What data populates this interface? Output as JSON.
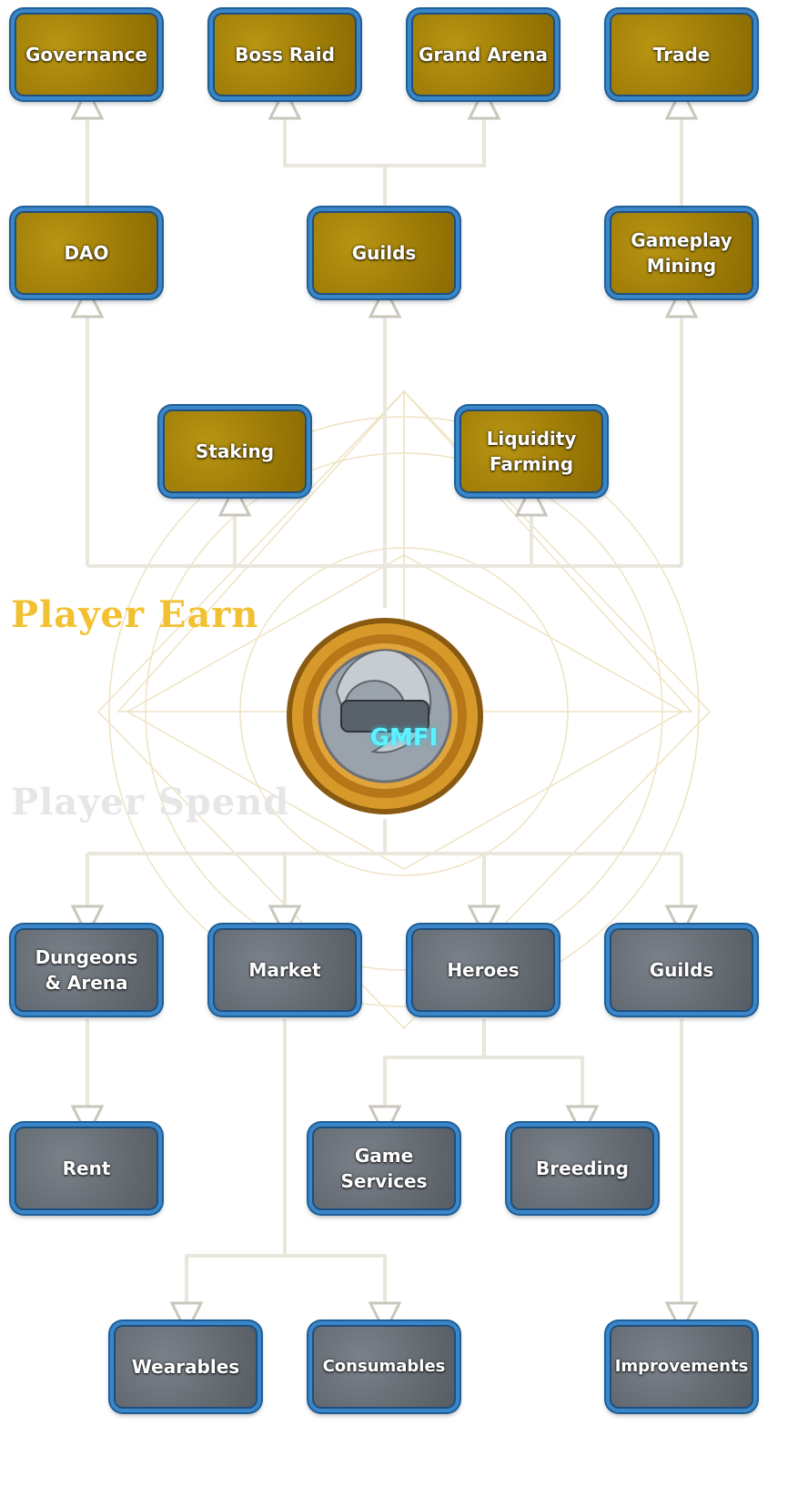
{
  "sections": {
    "earn_label": "Player Earn",
    "spend_label": "Player Spend"
  },
  "token": {
    "symbol": "GMFI",
    "icon": "dragon-coin-icon"
  },
  "earn_nodes": {
    "governance": "Governance",
    "boss_raid": "Boss Raid",
    "grand_arena": "Grand Arena",
    "trade": "Trade",
    "dao": "DAO",
    "guilds": "Guilds",
    "gameplay_mining": "Gameplay\nMining",
    "staking": "Staking",
    "liquidity_farming": "Liquidity\nFarming"
  },
  "spend_nodes": {
    "dungeons_arena": "Dungeons\n& Arena",
    "market": "Market",
    "heroes": "Heroes",
    "guilds": "Guilds",
    "rent": "Rent",
    "game_services": "Game\nServices",
    "breeding": "Breeding",
    "wearables": "Wearables",
    "consumables": "Consumables",
    "improvements": "Improvements"
  },
  "colors": {
    "earn_box": "#a07f08",
    "spend_box": "#6a7077",
    "border": "#3a86c8",
    "earn_label": "#f2c132",
    "spend_label": "#e6e6e6",
    "connector": "#e9e6dc",
    "coin_text": "#5ef1ff"
  }
}
